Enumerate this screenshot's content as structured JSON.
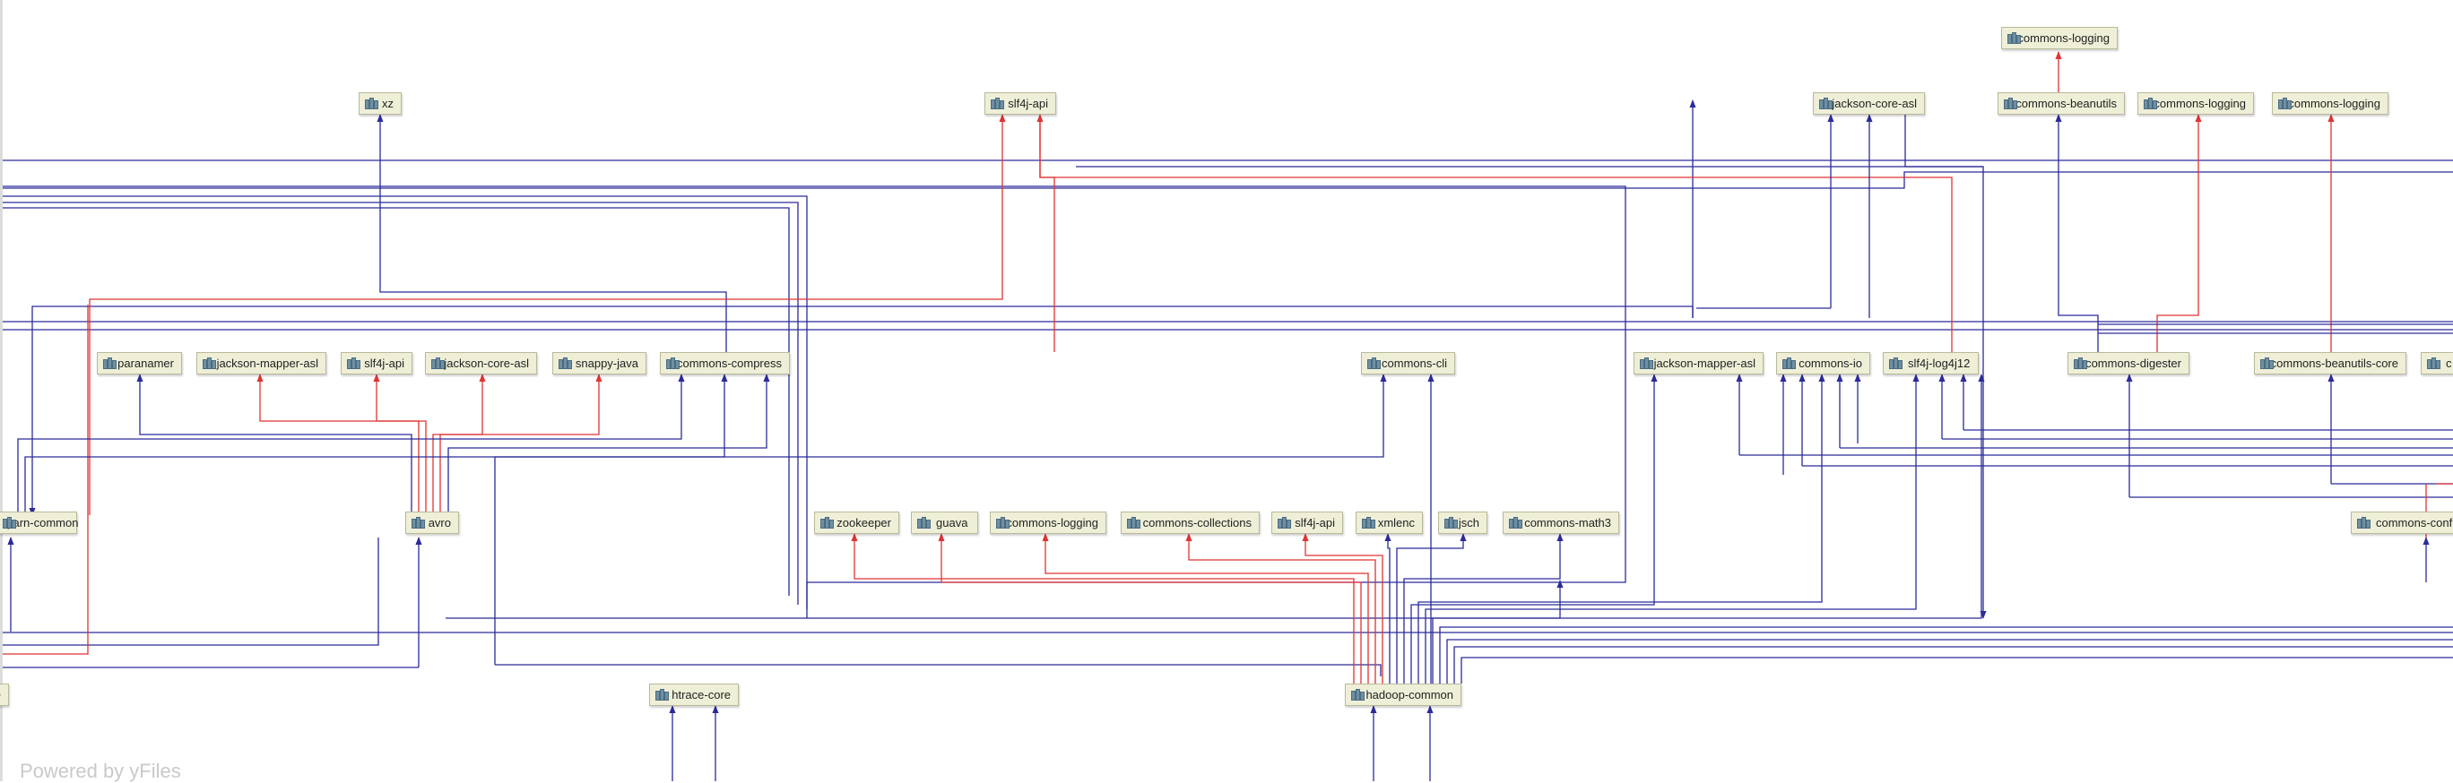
{
  "diagram": {
    "colors": {
      "edge": "#2b2b9a",
      "edge_error": "#e03333"
    },
    "icon": "library-icon",
    "nodes": [
      {
        "id": "commons-logging-top",
        "label": "commons-logging"
      },
      {
        "id": "xz",
        "label": "xz"
      },
      {
        "id": "slf4j-api-top",
        "label": "slf4j-api"
      },
      {
        "id": "jackson-core-asl-top",
        "label": "jackson-core-asl"
      },
      {
        "id": "commons-beanutils",
        "label": "commons-beanutils"
      },
      {
        "id": "commons-logging-2",
        "label": "commons-logging"
      },
      {
        "id": "commons-logging-3",
        "label": "commons-logging"
      },
      {
        "id": "paranamer",
        "label": "paranamer"
      },
      {
        "id": "jackson-mapper-asl-avro",
        "label": "jackson-mapper-asl"
      },
      {
        "id": "slf4j-api-avro",
        "label": "slf4j-api"
      },
      {
        "id": "jackson-core-asl-avro",
        "label": "jackson-core-asl"
      },
      {
        "id": "snappy-java",
        "label": "snappy-java"
      },
      {
        "id": "commons-compress",
        "label": "commons-compress"
      },
      {
        "id": "commons-cli",
        "label": "commons-cli"
      },
      {
        "id": "jackson-mapper-asl",
        "label": "jackson-mapper-asl"
      },
      {
        "id": "commons-io",
        "label": "commons-io"
      },
      {
        "id": "slf4j-log4j12",
        "label": "slf4j-log4j12"
      },
      {
        "id": "commons-digester",
        "label": "commons-digester"
      },
      {
        "id": "commons-beanutils-core",
        "label": "commons-beanutils-core"
      },
      {
        "id": "partial-c",
        "label": "c"
      },
      {
        "id": "yarn-common",
        "label": "yarn-common"
      },
      {
        "id": "avro",
        "label": "avro"
      },
      {
        "id": "zookeeper",
        "label": "zookeeper"
      },
      {
        "id": "guava",
        "label": "guava"
      },
      {
        "id": "commons-logging-hc",
        "label": "commons-logging"
      },
      {
        "id": "commons-collections",
        "label": "commons-collections"
      },
      {
        "id": "slf4j-api-hc",
        "label": "slf4j-api"
      },
      {
        "id": "xmlenc",
        "label": "xmlenc"
      },
      {
        "id": "jsch",
        "label": "jsch"
      },
      {
        "id": "commons-math3",
        "label": "commons-math3"
      },
      {
        "id": "commons-configuration",
        "label": "commons-config"
      },
      {
        "id": "partial-e",
        "label": "e"
      },
      {
        "id": "htrace-core",
        "label": "htrace-core"
      },
      {
        "id": "hadoop-common",
        "label": "hadoop-common"
      }
    ]
  },
  "watermark": "Powered by yFiles"
}
